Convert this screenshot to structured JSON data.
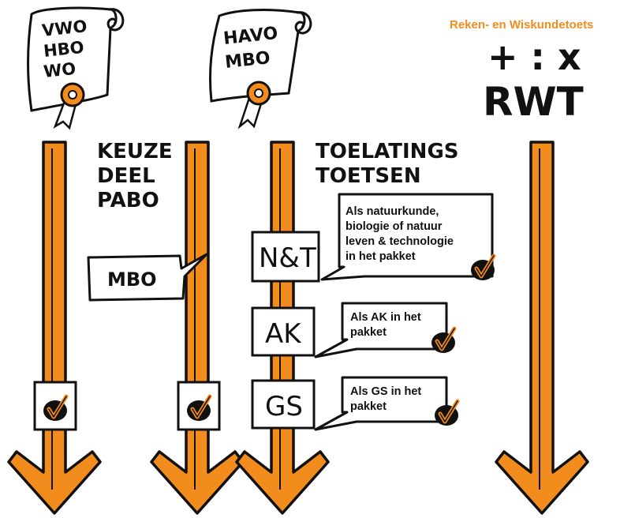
{
  "colors": {
    "accent": "#f28c1c",
    "ink": "#111111",
    "paper": "#ffffff"
  },
  "scrolls": {
    "vwo": [
      "VWO",
      "HBO",
      "WO"
    ],
    "havo": [
      "HAVO",
      "MBO"
    ]
  },
  "headings": {
    "keuze": [
      "KEUZE",
      "DEEL",
      "PABO"
    ],
    "toelating": [
      "TOELATINGS",
      "TOETSEN"
    ]
  },
  "rwt": {
    "title": "Reken- en Wiskundetoets",
    "symbols": "+ : x",
    "abbr": "RWT"
  },
  "mbo_label": "MBO",
  "tests": [
    {
      "code": "N&T",
      "note": [
        "Als natuurkunde,",
        "biologie of natuur",
        "leven & technologie",
        "in het pakket"
      ]
    },
    {
      "code": "AK",
      "note": [
        "Als AK in het",
        "pakket"
      ]
    },
    {
      "code": "GS",
      "note": [
        "Als GS in het",
        "pakket"
      ]
    }
  ]
}
